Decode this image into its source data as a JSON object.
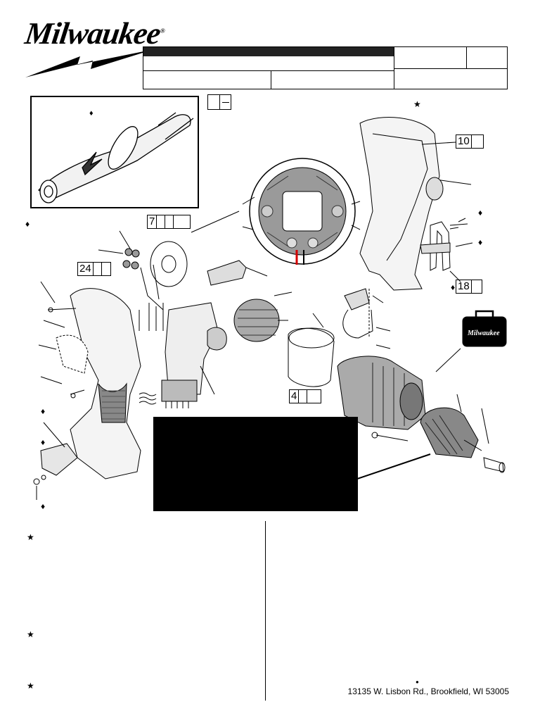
{
  "brand": {
    "logo_text": "Milwaukee",
    "registered_mark": "®"
  },
  "callouts": [
    {
      "number": "7"
    },
    {
      "number": "24"
    },
    {
      "number": "10"
    },
    {
      "number": "18"
    },
    {
      "number": "4"
    }
  ],
  "markers": {
    "diamond": "♦",
    "star": "★",
    "bullet": "●"
  },
  "footer": {
    "address": "13135 W. Lisbon Rd., Brookfield, WI 53005"
  },
  "case_label": "Milwaukee",
  "colors": {
    "header_bar": "#222222",
    "redacted_block": "#000000",
    "motor_gray": "#9a9a9a",
    "wire_red": "#d40000"
  }
}
